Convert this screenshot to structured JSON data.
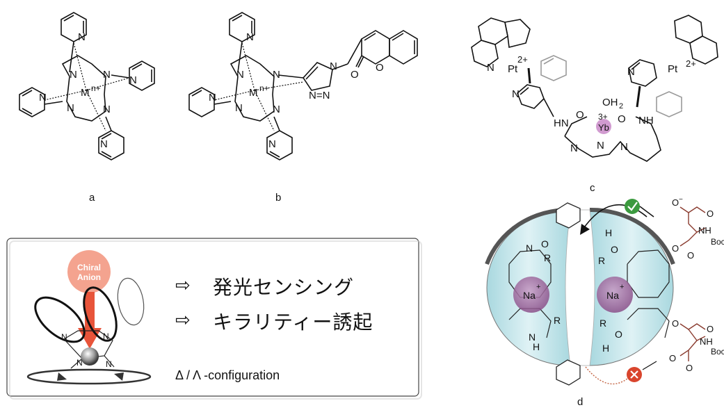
{
  "labels": {
    "a": "a",
    "b": "b",
    "c": "c",
    "d": "d"
  },
  "structure_a": {
    "atoms": [
      "N",
      "N",
      "N",
      "N",
      "N",
      "N",
      "N",
      "N"
    ],
    "metal": "M",
    "charge": "n+"
  },
  "structure_b": {
    "metal": "M",
    "charge": "n+",
    "triazole": "N=N",
    "triazole_n": "N",
    "carbonyl_o": "O",
    "ring_o": "O"
  },
  "structure_c": {
    "pt_left": "Pt",
    "pt_left_charge": "2+",
    "pt_right": "Pt",
    "pt_right_charge": "2+",
    "center": "Yb",
    "center_charge": "3+",
    "water": "OH",
    "water_sub": "2",
    "hn_left": "HN",
    "nh_right": "NH",
    "o_left": "O",
    "o_right": "O"
  },
  "structure_d": {
    "sodium_left": "Na",
    "sodium_right": "Na",
    "plus": "+",
    "r_label": "R",
    "h_label": "H",
    "n_label": "N",
    "o_label": "O",
    "nh": "NH",
    "boc": "Boc",
    "o_minus": "O",
    "minus": "−"
  },
  "scheme_box": {
    "anion_line1": "Chiral",
    "anion_line2": "Anion",
    "text1": "発光センシング",
    "text2": "キラリティー誘起",
    "config": "Δ / Λ -configuration",
    "arrow_glyph": "⇨"
  },
  "colors": {
    "anion_fill": "#f4a38f",
    "anion_text": "#ffffff",
    "arrow_red": "#e8543a",
    "na_fill": "#a26ba0",
    "capsule_fill": "#bfe4ea",
    "check_green": "#3c9a3f",
    "cross_red": "#d9452d"
  }
}
